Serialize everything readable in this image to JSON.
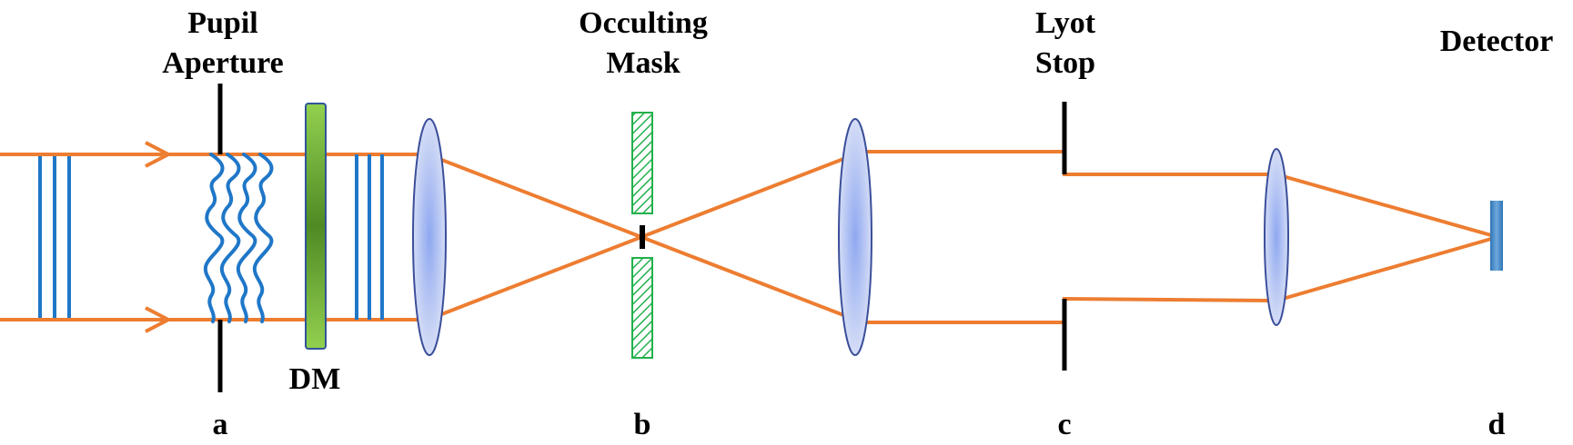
{
  "labels": {
    "pupil_aperture": [
      "Pupil",
      "Aperture"
    ],
    "occulting_mask": [
      "Occulting",
      "Mask"
    ],
    "lyot_stop": [
      "Lyot",
      "Stop"
    ],
    "detector": "Detector",
    "dm": "DM",
    "planes": [
      "a",
      "b",
      "c",
      "d"
    ]
  },
  "colors": {
    "beam": "#ED7D31",
    "wavefront": "#1F77C8",
    "lens_fill": "#B7C5EE",
    "lens_edge": "#3B4F9A",
    "dm_fill": "#92D050",
    "mask_hatch": "#22B14C",
    "detector": "#2E75B6",
    "stops": "#000000"
  },
  "icons": {
    "arrow": "arrow-right-icon",
    "lens": "lens-icon",
    "wavefront": "distorted-wavefront-icon"
  }
}
